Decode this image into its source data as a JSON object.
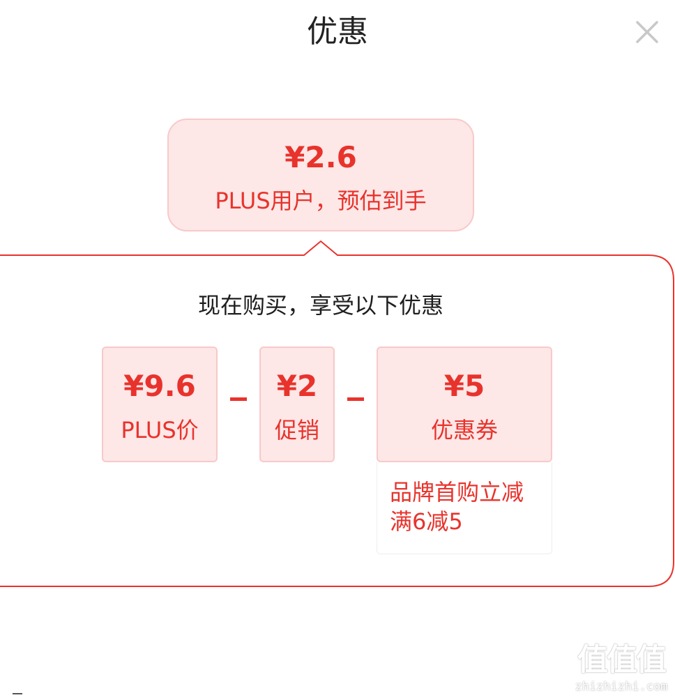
{
  "header": {
    "title": "优惠",
    "close_icon": "close-icon"
  },
  "estimate": {
    "price": "¥2.6",
    "label": "PLUS用户，预估到手"
  },
  "detail": {
    "heading": "现在购买，享受以下优惠",
    "cards": [
      {
        "amount": "¥9.6",
        "label": "PLUS价"
      },
      {
        "amount": "¥2",
        "label": "促销"
      },
      {
        "amount": "¥5",
        "label": "优惠券"
      }
    ],
    "operators": [
      "minus-icon",
      "minus-icon"
    ],
    "coupon_detail": {
      "lines": [
        "品牌首购立减",
        "满6减5"
      ]
    }
  },
  "watermark": {
    "logo": "值值值",
    "text": "zhizhizhi.com"
  },
  "colors": {
    "accent": "#e8332c",
    "card_background": "#fde7e7",
    "card_border": "#f8c9c9",
    "title_text": "#222222",
    "close_icon": "#c8c8c8"
  }
}
